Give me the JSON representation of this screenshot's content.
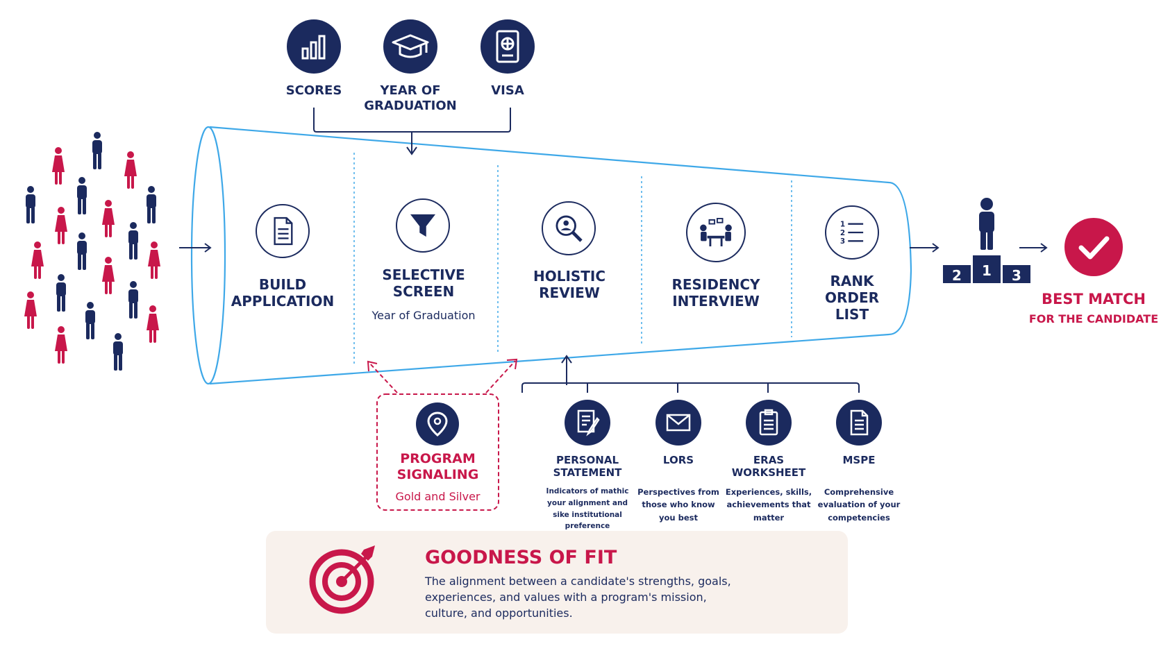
{
  "criteria": [
    {
      "label": "SCORES",
      "icon": "bar-chart-icon"
    },
    {
      "label": "YEAR OF GRADUATION",
      "icon": "graduation-cap-icon"
    },
    {
      "label": "VISA",
      "icon": "passport-icon"
    }
  ],
  "stages": [
    {
      "title": "BUILD APPLICATION",
      "sub": "",
      "icon": "document-icon"
    },
    {
      "title": "SELECTIVE SCREEN",
      "sub": "Year of Graduation",
      "icon": "funnel-icon"
    },
    {
      "title": "HOLISTIC REVIEW",
      "sub": "",
      "icon": "magnifier-person-icon"
    },
    {
      "title": "RESIDENCY INTERVIEW",
      "sub": "",
      "icon": "interview-table-icon"
    },
    {
      "title": "RANK ORDER LIST",
      "sub": "",
      "icon": "numbered-list-icon"
    }
  ],
  "podium": [
    "1",
    "2",
    "3"
  ],
  "outcome": {
    "title": "BEST MATCH",
    "sub": "FOR THE CANDIDATE",
    "icon": "checkmark-icon"
  },
  "signaling": {
    "title": "PROGRAM SIGNALING",
    "sub": "Gold and Silver",
    "icon": "location-pin-icon"
  },
  "components": [
    {
      "title": "PERSONAL STATEMENT",
      "desc": "Indicators of mathic your alignment and sike institutional preference",
      "icon": "pen-document-icon"
    },
    {
      "title": "LORS",
      "desc": "Perspectives from those who know you best",
      "icon": "envelope-icon"
    },
    {
      "title": "ERAS WORKSHEET",
      "desc": "Experiences, skills, achievements that matter",
      "icon": "clipboard-icon"
    },
    {
      "title": "MSPE",
      "desc": "Comprehensive evaluation of your competencies",
      "icon": "report-icon"
    }
  ],
  "fit": {
    "title": "GOODNESS OF FIT",
    "text": "The alignment between a candidate's strengths, goals, experiences, and values with a program's mission, culture, and opportunities.",
    "icon": "target-arrow-icon"
  },
  "colors": {
    "navy": "#1b2a5e",
    "red": "#c8174a",
    "funnel": "#3ea8e8",
    "fit_bg": "#f8f1ec"
  }
}
